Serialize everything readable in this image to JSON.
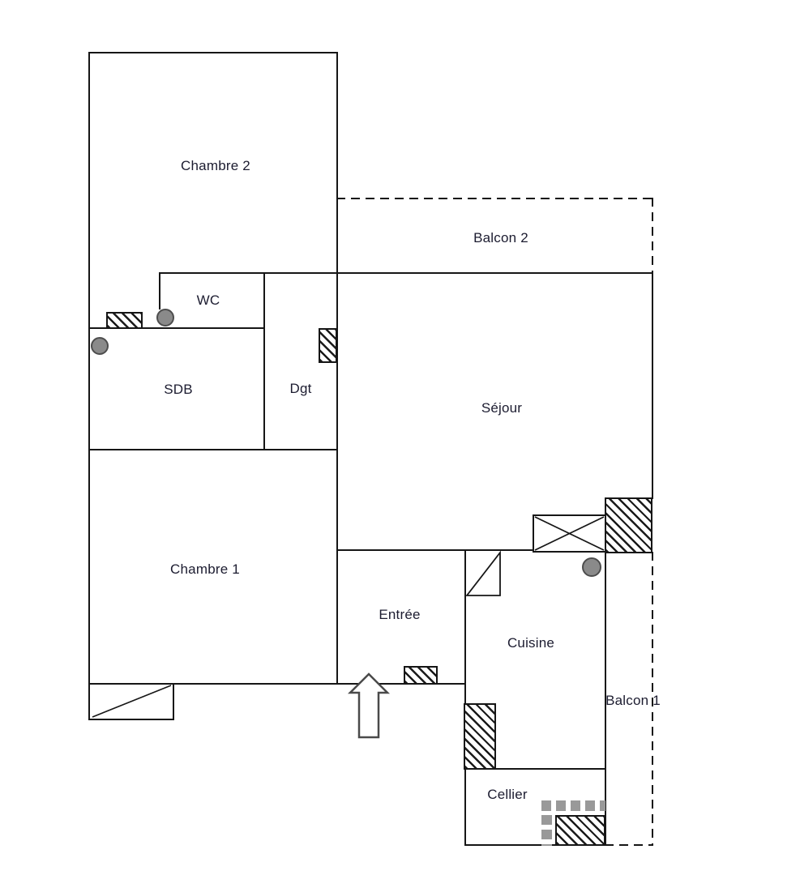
{
  "plan": {
    "rooms": {
      "chambre2": {
        "label": "Chambre 2"
      },
      "balcon2": {
        "label": "Balcon 2"
      },
      "wc": {
        "label": "WC"
      },
      "sdb": {
        "label": "SDB"
      },
      "dgt": {
        "label": "Dgt"
      },
      "sejour": {
        "label": "Séjour"
      },
      "chambre1": {
        "label": "Chambre 1"
      },
      "entree": {
        "label": "Entrée"
      },
      "cuisine": {
        "label": "Cuisine"
      },
      "balcon1": {
        "label": "Balcon 1"
      },
      "cellier": {
        "label": "Cellier"
      }
    },
    "colors": {
      "background": "#ffffff",
      "wall": "#161616",
      "label_text": "#1c1c30",
      "marker_fill": "#8a8a8a",
      "marker_edge": "#4d4d4d",
      "dotted_marks": "#999999",
      "arrow_outline": "#4a4a4a"
    }
  }
}
